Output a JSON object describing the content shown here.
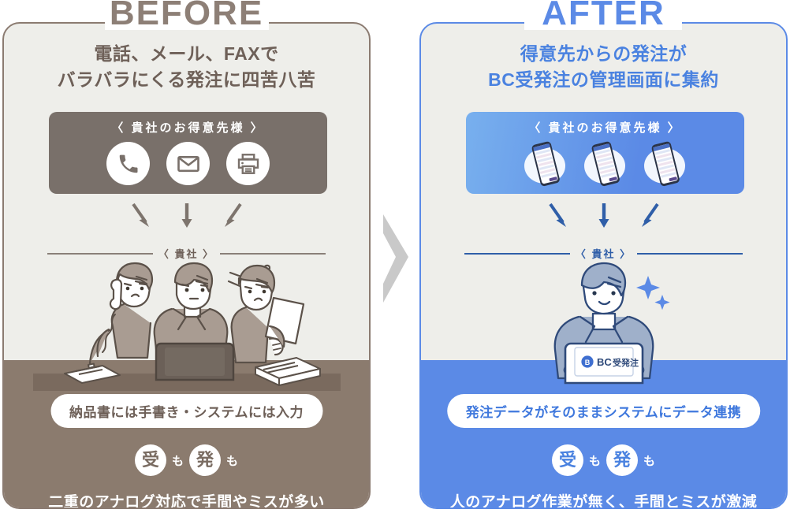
{
  "theme": {
    "before_accent": "#8b7b71",
    "before_band": "#8b7b6e",
    "before_strip": "#79706a",
    "before_text": "#6e6058",
    "after_accent": "#5b8ae6",
    "after_band": "#5b8ae6",
    "after_text": "#4a82e0",
    "card_bg": "#eeeeea",
    "chevron": "#c9c9c9"
  },
  "before": {
    "tag": "BEFORE",
    "headline_line1": "電話、メール、FAXで",
    "headline_line2": "バラバラにくる発注に四苦八苦",
    "customer_label": "〈 貴社のお得意先様 〉",
    "channels": [
      {
        "name": "phone-icon",
        "label": "電話"
      },
      {
        "name": "mail-icon",
        "label": "メール"
      },
      {
        "name": "fax-icon",
        "label": "FAX"
      }
    ],
    "company_label": "〈 貴社 〉",
    "illustration": "three-stressed-office-workers",
    "pill": "納品書には手書き・システムには入力",
    "badges": [
      {
        "char": "受",
        "suffix": "も"
      },
      {
        "char": "発",
        "suffix": "も"
      }
    ],
    "summary": "二重のアナログ対応で手間やミスが多い"
  },
  "after": {
    "tag": "AFTER",
    "headline_line1": "得意先からの発注が",
    "headline_line2": "BC受発注の管理画面に集約",
    "customer_label": "〈 貴社のお得意先様 〉",
    "channels": [
      {
        "name": "smartphone-icon",
        "label": "スマートフォン"
      },
      {
        "name": "smartphone-icon",
        "label": "スマートフォン"
      },
      {
        "name": "smartphone-icon",
        "label": "スマートフォン"
      }
    ],
    "company_label": "〈 貴社 〉",
    "illustration": "happy-office-worker-with-laptop",
    "laptop_logo": "BC受発注",
    "pill": "発注データがそのままシステムにデータ連携",
    "badges": [
      {
        "char": "受",
        "suffix": "も"
      },
      {
        "char": "発",
        "suffix": "も"
      }
    ],
    "summary": "人のアナログ作業が無く、手間とミスが激減"
  },
  "center": {
    "name": "chevron-right-icon"
  }
}
